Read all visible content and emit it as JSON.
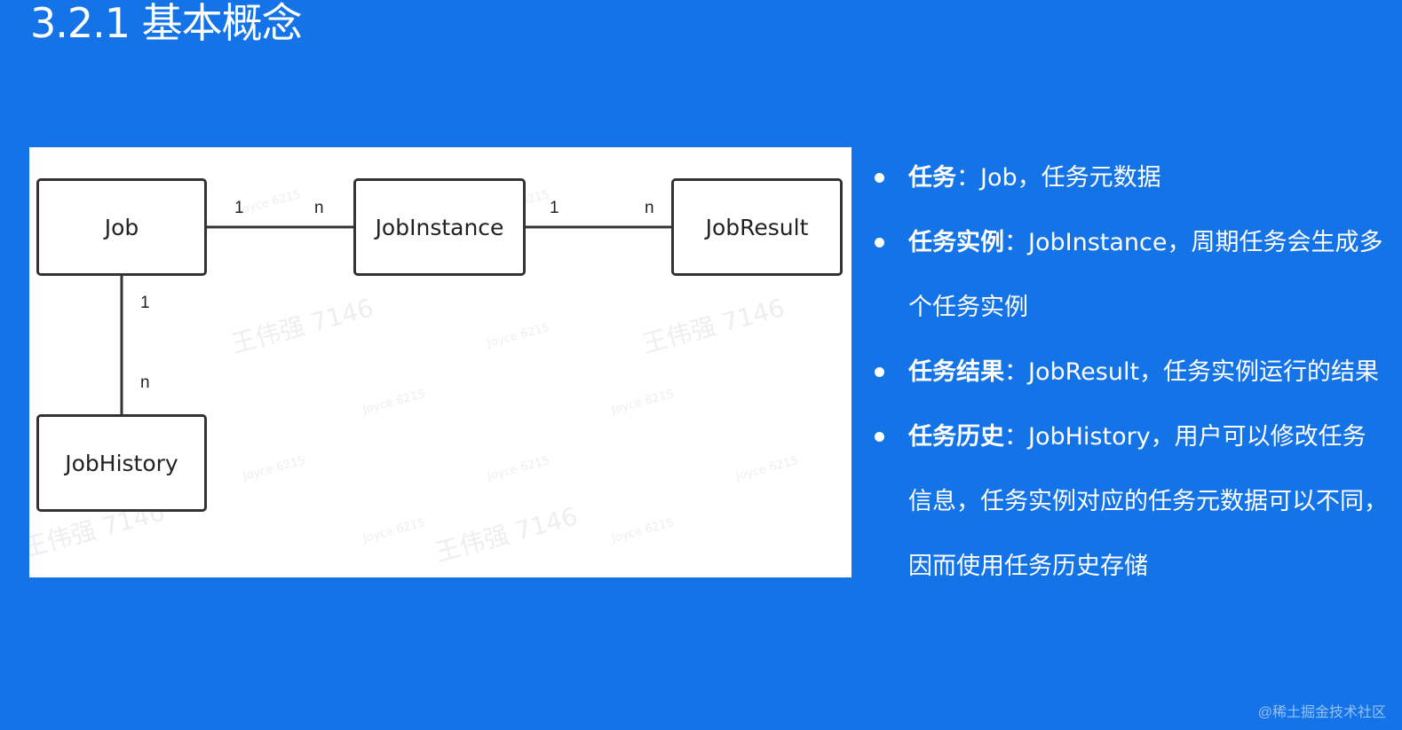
{
  "slide": {
    "title": "3.2.1 基本概念",
    "background_color": "#1473E6"
  },
  "diagram": {
    "entities": {
      "job": "Job",
      "job_instance": "JobInstance",
      "job_result": "JobResult",
      "job_history": "JobHistory"
    },
    "relations": {
      "job_to_instance": {
        "from": "1",
        "to": "n"
      },
      "instance_to_result": {
        "from": "1",
        "to": "n"
      },
      "job_to_history": {
        "from": "1",
        "to": "n"
      }
    },
    "watermarks": {
      "name": "王伟强 7146",
      "tag": "Joyce 6215"
    }
  },
  "bullets": [
    {
      "term": "任务",
      "separator": "：",
      "text": "Job，任务元数据"
    },
    {
      "term": "任务实例",
      "separator": "：",
      "text": "JobInstance，周期任务会生成多个任务实例"
    },
    {
      "term": "任务结果",
      "separator": "：",
      "text": "JobResult，任务实例运行的结果"
    },
    {
      "term": "任务历史",
      "separator": "：",
      "text": "JobHistory，用户可以修改任务信息，任务实例对应的任务元数据可以不同，因而使用任务历史存储"
    }
  ],
  "footer": {
    "credit": "@稀土掘金技术社区"
  }
}
